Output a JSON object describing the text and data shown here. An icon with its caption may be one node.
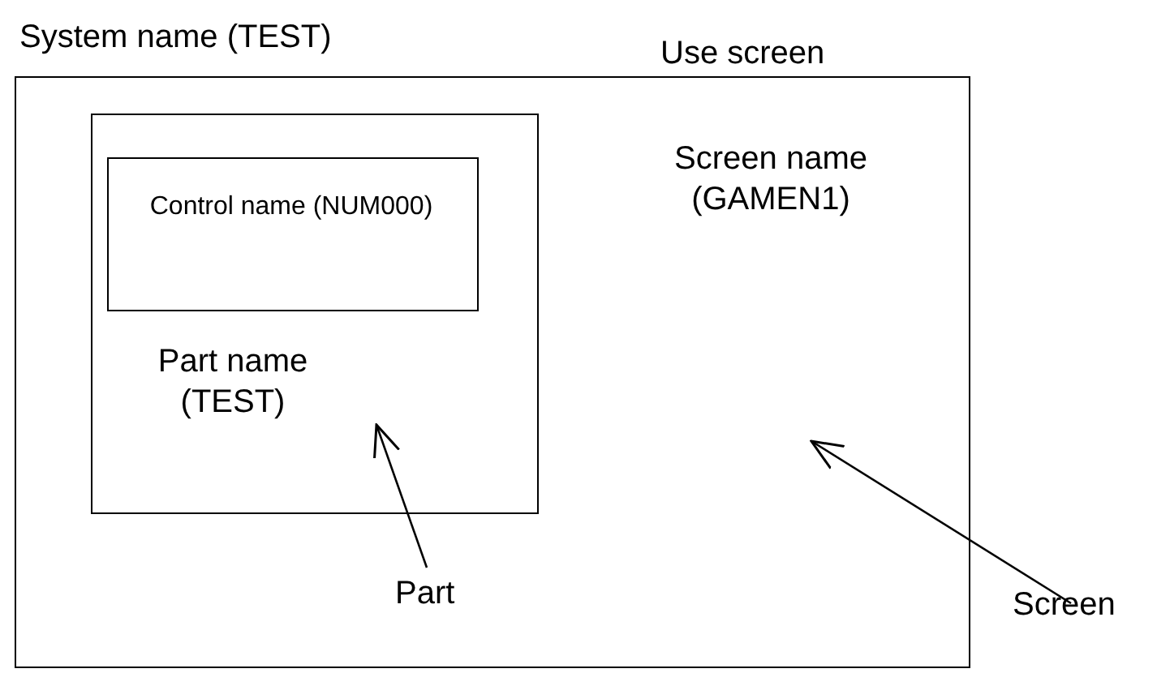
{
  "diagram": {
    "nodes": [
      {
        "text": [
          "Screen name (GAMEN1)"
        ]
      },
      {
        "text": [
          "Part name (TEST)"
        ],
        "in": 0
      },
      {
        "text": [
          "Control name (NUM000)"
        ],
        "in": 1
      },
      {
        "text": [
          "Part"
        ],
        "in": 0
      },
      {
        "text": [
          "Screen"
        ]
      }
    ],
    "edges": [
      {
        "from": 3,
        "to": 1,
        "arrow": "to"
      },
      {
        "from": 4,
        "to": 0,
        "arrow": "to"
      }
    ],
    "labels": [
      "System name (TEST)",
      "Use screen"
    ]
  }
}
